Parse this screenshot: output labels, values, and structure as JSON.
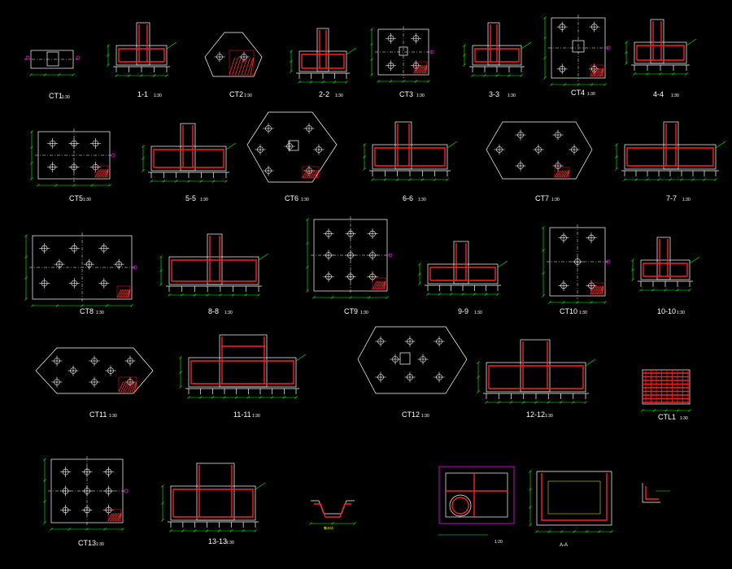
{
  "drawing": {
    "background": "#000000",
    "colors": {
      "outline": "#ffffff",
      "dimension": "#00ff00",
      "rebar": "#ff2020",
      "marker": "#ff00ff",
      "text": "#ffff00"
    },
    "scale_note": "1:30",
    "labels": {
      "CT1": "CT1",
      "s1": "1-1",
      "CT2": "CT2",
      "s2": "2-2",
      "CT3": "CT3",
      "s3": "3-3",
      "CT4": "CT4",
      "s4": "4-4",
      "CT5": "CT5",
      "s5": "5-5",
      "CT6": "CT6",
      "s6": "6-6",
      "CT7": "CT7",
      "s7": "7-7",
      "CT8": "CT8",
      "s8": "8-8",
      "CT9": "CT9",
      "s9": "9-9",
      "CT10": "CT10",
      "s10": "10-10",
      "CT11": "CT11",
      "s11": "11-11",
      "CT12": "CT12",
      "s12": "12-12",
      "CTL1": "CTL1",
      "CT13": "CT13",
      "s13": "13-13",
      "det1": "集水坑",
      "det2": "A-A",
      "det3": "1:20"
    }
  }
}
